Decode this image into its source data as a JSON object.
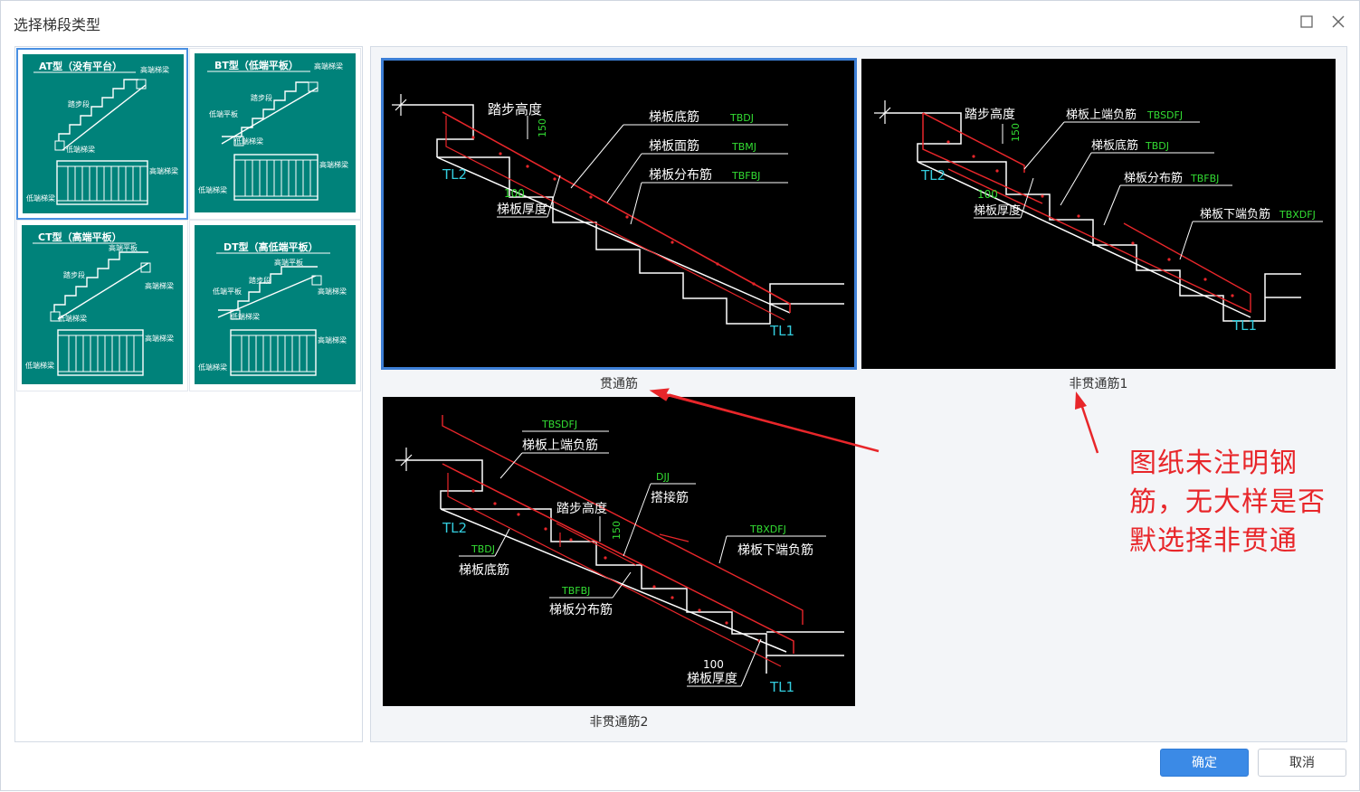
{
  "window": {
    "title": "选择梯段类型"
  },
  "stair_types": [
    {
      "label": "AT型（没有平台）",
      "notes": [
        "高端梯梁",
        "踏步段",
        "低端梯梁",
        "高端梯梁",
        "低端梯梁"
      ]
    },
    {
      "label": "BT型（低端平板）",
      "notes": [
        "高端梯梁",
        "踏步段",
        "低端平板",
        "低端梯梁",
        "高端梯梁",
        "低端梯梁"
      ]
    },
    {
      "label": "CT型（高端平板）",
      "notes": [
        "高端平板",
        "踏步段",
        "高端梯梁",
        "低端梯梁",
        "高端梯梁",
        "低端梯梁"
      ]
    },
    {
      "label": "DT型（高低端平板）",
      "notes": [
        "高端平板",
        "踏步段",
        "低端平板",
        "高端梯梁",
        "低端梯梁",
        "高端梯梁",
        "低端梯梁"
      ]
    }
  ],
  "rebar_options": [
    {
      "caption": "贯通筋",
      "labels": {
        "step_height": "踏步高度",
        "step_dim": "150",
        "bottom": "梯板底筋",
        "bottom_code": "TBDJ",
        "top": "梯板面筋",
        "top_code": "TBMJ",
        "dist": "梯板分布筋",
        "dist_code": "TBFBJ",
        "thick_dim": "100",
        "thickness": "梯板厚度",
        "tl2": "TL2",
        "tl1": "TL1"
      }
    },
    {
      "caption": "非贯通筋1",
      "labels": {
        "step_height": "踏步高度",
        "step_dim": "150",
        "upper_neg": "梯板上端负筋",
        "upper_neg_code": "TBSDFJ",
        "bottom": "梯板底筋",
        "bottom_code": "TBDJ",
        "dist": "梯板分布筋",
        "dist_code": "TBFBJ",
        "lower_neg": "梯板下端负筋",
        "lower_neg_code": "TBXDFJ",
        "thick_dim": "100",
        "thickness": "梯板厚度",
        "tl2": "TL2",
        "tl1": "TL1"
      }
    },
    {
      "caption": "非贯通筋2",
      "labels": {
        "upper_neg_code": "TBSDFJ",
        "upper_neg": "梯板上端负筋",
        "lap_code": "DJJ",
        "lap": "搭接筋",
        "step_height": "踏步高度",
        "step_dim": "150",
        "bottom_code": "TBDJ",
        "bottom": "梯板底筋",
        "lower_neg_code": "TBXDFJ",
        "lower_neg": "梯板下端负筋",
        "dist_code": "TBFBJ",
        "dist": "梯板分布筋",
        "thick_dim": "100",
        "thickness": "梯板厚度",
        "tl2": "TL2",
        "tl1": "TL1"
      }
    }
  ],
  "annotation": {
    "text": "图纸未注明钢筋，无大样是否默选择非贯通"
  },
  "buttons": {
    "confirm": "确定",
    "cancel": "取消"
  },
  "colors": {
    "teal": "#00827a",
    "accent": "#3b8ae6",
    "rebar": "#e8262a",
    "code": "#33dd33",
    "tl": "#33ccdd",
    "annotation": "#e8262a"
  }
}
